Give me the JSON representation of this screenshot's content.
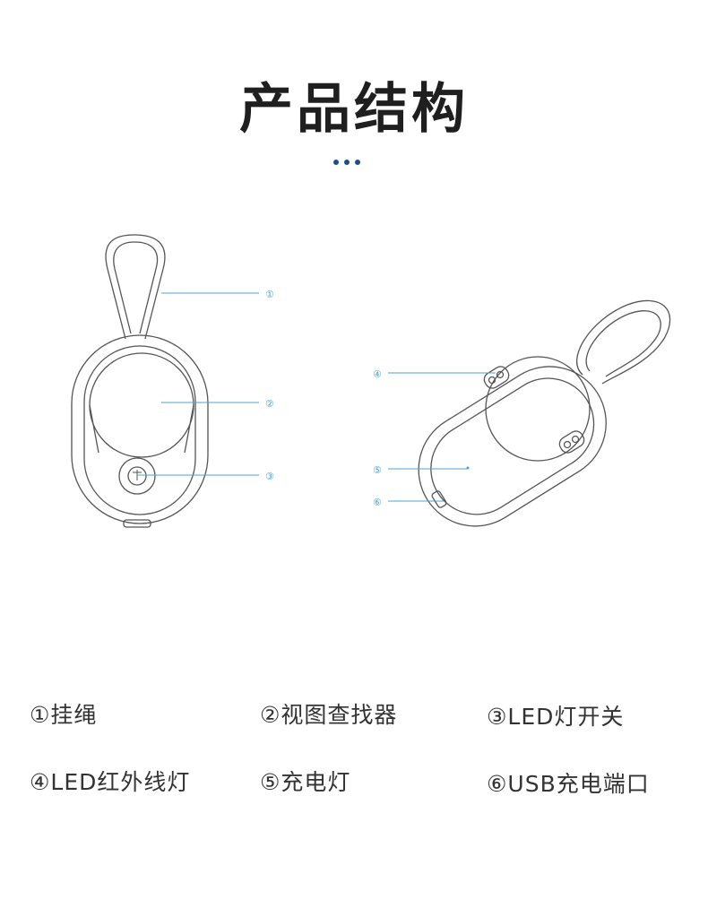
{
  "title": "产品结构",
  "accent_color": "#1f4e8c",
  "line_color": "#4da3d0",
  "callouts": [
    "①",
    "②",
    "③",
    "④",
    "⑤",
    "⑥"
  ],
  "legend": [
    "①挂绳",
    "②视图查找器",
    "③LED灯开关",
    "④LED红外线灯",
    "⑤充电灯",
    "⑥USB充电端口"
  ]
}
